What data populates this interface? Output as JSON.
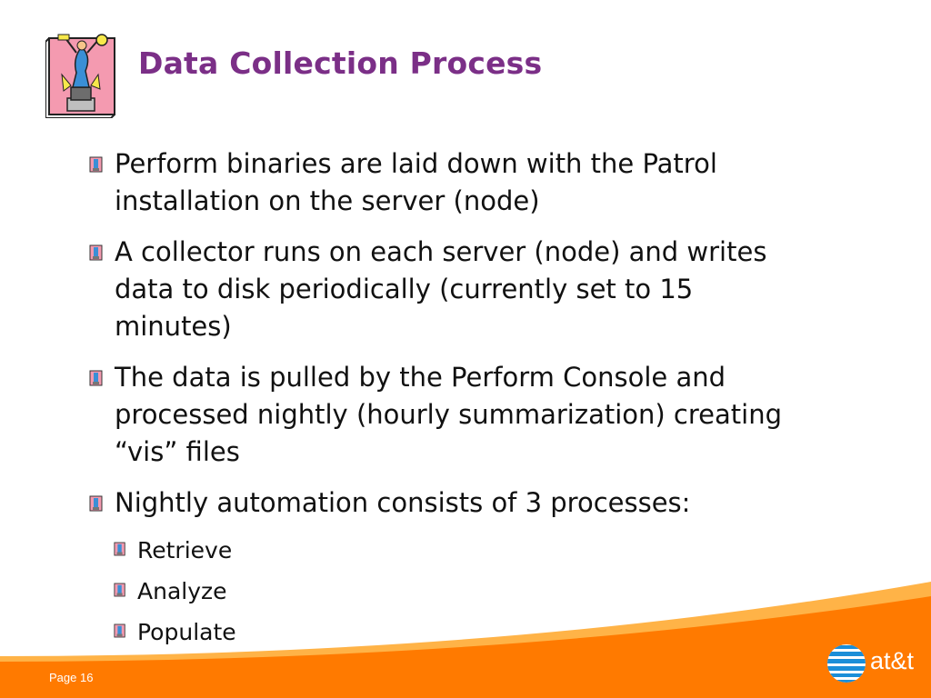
{
  "slide": {
    "title": "Data Collection Process",
    "bullets": [
      "Perform binaries are laid down with the Patrol installation on the server (node)",
      "A collector runs on each server (node) and writes data to disk periodically (currently set to 15 minutes)",
      "The data is pulled by the Perform Console and processed nightly (hourly summarization) creating “vis” files",
      "Nightly automation consists of 3 processes:"
    ],
    "sub_bullets": [
      "Retrieve",
      "Analyze",
      "Populate"
    ]
  },
  "footer": {
    "page_label": "Page 16",
    "logo_text": "at&t"
  },
  "colors": {
    "title": "#7b2f87",
    "footer_orange": "#ff7a00",
    "footer_light": "#ffb347",
    "logo_blue": "#1b8ed8"
  },
  "icons": {
    "clipart": "trophy-key-clipart-icon",
    "bullet": "clipart-bullet-icon",
    "logo": "att-globe-logo-icon"
  }
}
